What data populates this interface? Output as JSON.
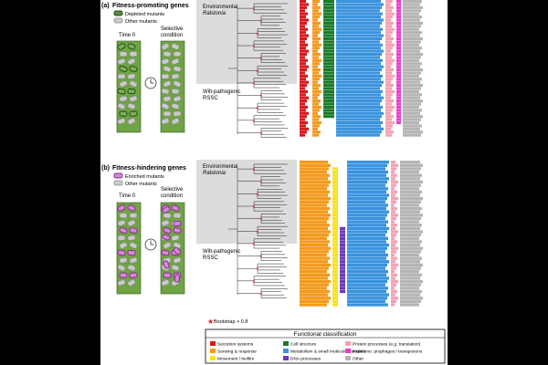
{
  "panel_a": {
    "label": "(a)",
    "title": "Fitness-promoting genes",
    "legend": [
      "Depleted mutants",
      "Other mutants"
    ],
    "time0": "Time 0",
    "selective": [
      "Selective",
      "condition"
    ],
    "clade_env": [
      "Environmental",
      "Ralstonia"
    ],
    "clade_wilt": [
      "Wilt-pathogenic",
      "RSSC"
    ]
  },
  "panel_b": {
    "label": "(b)",
    "title": "Fitness-hindering genes",
    "legend": [
      "Enriched mutants",
      "Other mutants"
    ],
    "time0": "Time 0",
    "selective": [
      "Selective",
      "condition"
    ],
    "clade_env": [
      "Environmental",
      "Ralstonia"
    ],
    "clade_wilt": [
      "Wilt-pathogenic",
      "RSSC"
    ]
  },
  "bootstrap_label": "Bootstrap > 0.8",
  "functional": {
    "title": "Functional classification",
    "items": [
      {
        "label": "Secretion systems",
        "color": "#d7191c"
      },
      {
        "label": "Cell structure",
        "color": "#1b7a2a"
      },
      {
        "label": "Protein processes (e.g. translation)",
        "color": "#f4a3b4"
      },
      {
        "label": "Sensing & response",
        "color": "#f39a1e"
      },
      {
        "label": "Metabolism & small molecule transport",
        "color": "#3a93dd"
      },
      {
        "label": "Mobilome: prophages / transposons",
        "color": "#e83ec8"
      },
      {
        "label": "Movement / biofilm",
        "color": "#f7e21b"
      },
      {
        "label": "DNA processes",
        "color": "#6a3ab8"
      },
      {
        "label": "Other",
        "color": "#b5b5b5"
      }
    ]
  }
}
